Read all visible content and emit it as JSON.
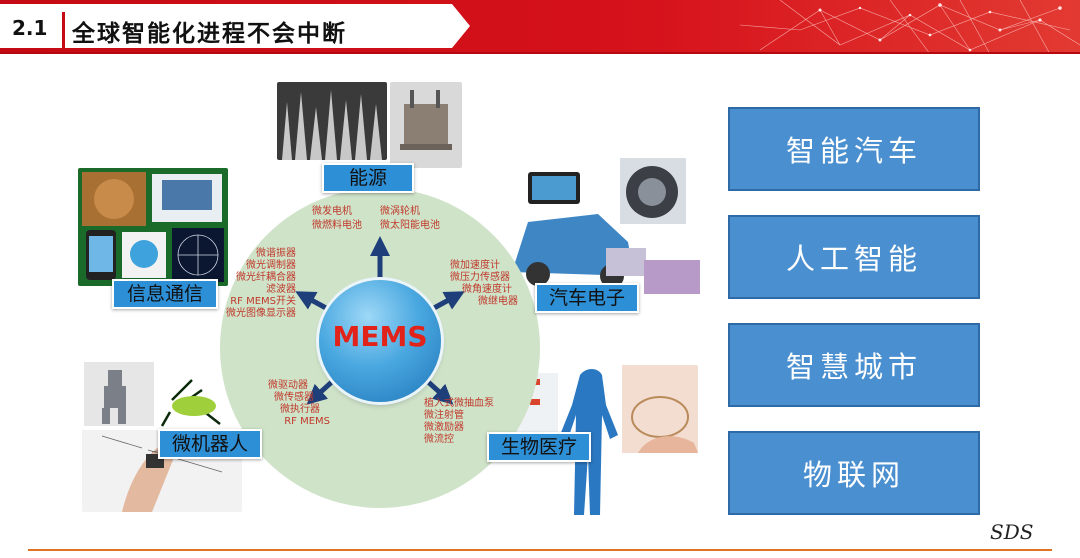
{
  "header": {
    "section_number": "2.1",
    "section_title": "全球智能化进程不会中断"
  },
  "diagram": {
    "center_label": "MEMS",
    "categories": [
      {
        "id": "energy",
        "label": "能源",
        "items": [
          "微发电机",
          "微涡轮机",
          "微燃料电池",
          "微太阳能电池"
        ]
      },
      {
        "id": "communication",
        "label": "信息通信",
        "items": [
          "微谐振器",
          "微光调制器",
          "微光纤耦合器",
          "滤波器",
          "RF MEMS开关",
          "微光图像显示器"
        ]
      },
      {
        "id": "automotive",
        "label": "汽车电子",
        "items": [
          "微加速度计",
          "微压力传感器",
          "微角速度计",
          "微继电器"
        ]
      },
      {
        "id": "microrobot",
        "label": "微机器人",
        "items": [
          "微驱动器",
          "微传感器",
          "微执行器",
          "RF MEMS"
        ]
      },
      {
        "id": "biomedical",
        "label": "生物医疗",
        "items": [
          "植入式微抽血泵",
          "微注射管",
          "微激励器",
          "微流控"
        ]
      }
    ]
  },
  "applications": [
    "智能汽车",
    "人工智能",
    "智慧城市",
    "物联网"
  ],
  "footer": {
    "mark": "SDS"
  },
  "colors": {
    "header_red": "#d6121b",
    "box_blue": "#4a8fcf",
    "tag_blue": "#2d8fd6",
    "ring_green": "#cfe3c9",
    "item_red": "#c0392b",
    "arrow_navy": "#1f3f7a",
    "footer_orange": "#e07426"
  }
}
